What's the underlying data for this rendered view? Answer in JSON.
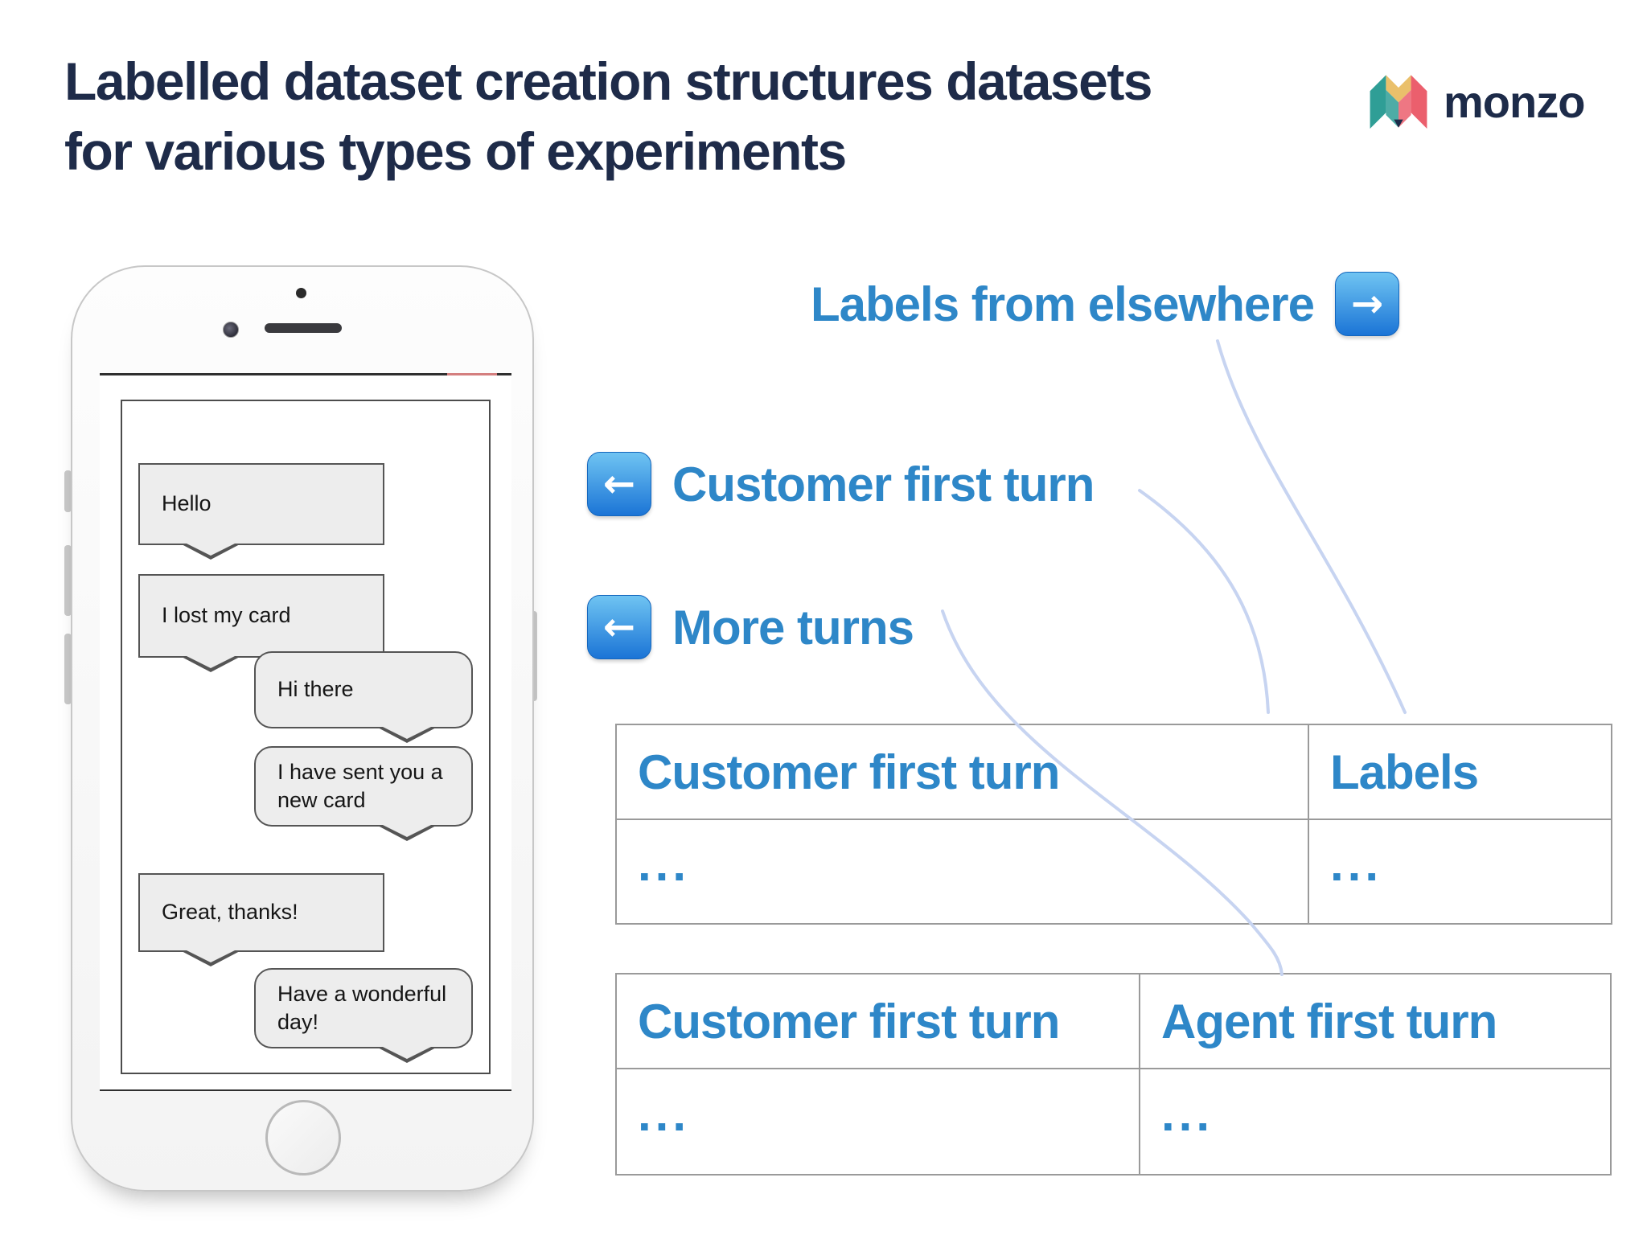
{
  "title": {
    "line1": "Labelled dataset creation structures datasets",
    "line2": "for various types of experiments"
  },
  "brand": {
    "name": "monzo",
    "logo_colors": {
      "teal": "#2f9e96",
      "yellow": "#eac06b",
      "coral": "#eb5f6d",
      "navy": "#1d2b49"
    }
  },
  "phone": {
    "chat": {
      "messages": [
        {
          "sender": "customer",
          "text": "Hello"
        },
        {
          "sender": "customer",
          "text": "I lost my card"
        },
        {
          "sender": "agent",
          "text": "Hi there"
        },
        {
          "sender": "agent",
          "text": "I have sent you a\nnew card"
        },
        {
          "sender": "customer",
          "text": "Great, thanks!"
        },
        {
          "sender": "agent",
          "text": "Have a wonderful\nday!"
        }
      ]
    }
  },
  "annotations": {
    "labels_from_elsewhere": {
      "text": "Labels from elsewhere",
      "icon": "arrow-right"
    },
    "customer_first_turn": {
      "text": "Customer first turn",
      "icon": "arrow-left"
    },
    "more_turns": {
      "text": "More turns",
      "icon": "arrow-left"
    },
    "accent_blue": "#2e87c8",
    "curve_color": "#c7d4f1"
  },
  "icons": {
    "arrow_left": "←",
    "arrow_right": "→"
  },
  "tables": [
    {
      "headers": [
        "Customer first turn",
        "Labels"
      ],
      "rows": [
        [
          "...",
          "..."
        ]
      ]
    },
    {
      "headers": [
        "Customer first turn",
        "Agent first turn"
      ],
      "rows": [
        [
          "...",
          "..."
        ]
      ]
    }
  ]
}
